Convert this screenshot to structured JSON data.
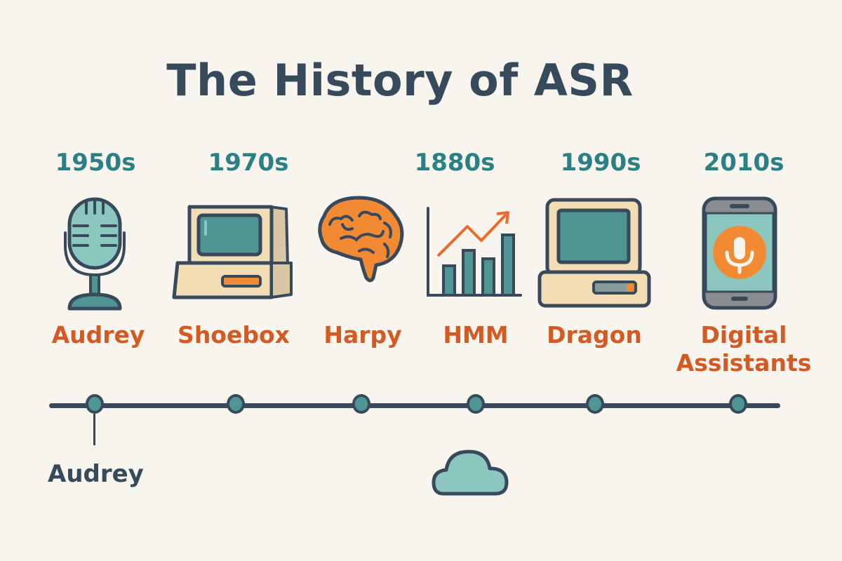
{
  "title": "The History of ASR",
  "milestones": [
    {
      "era": "1950s",
      "name": "Audrey",
      "icon": "microphone-icon"
    },
    {
      "era": "1970s",
      "name": "Shoebox",
      "icon": "vintage-computer-icon"
    },
    {
      "era": "",
      "name": "Harpy",
      "icon": "brain-icon"
    },
    {
      "era": "1880s",
      "name": "HMM",
      "icon": "bar-chart-trend-icon"
    },
    {
      "era": "1990s",
      "name": "Dragon",
      "icon": "desktop-computer-icon"
    },
    {
      "era": "2010s",
      "name_line1": "Digital",
      "name_line2": "Assistants",
      "icon": "smartphone-mic-icon"
    }
  ],
  "timeline": {
    "node_count": 6,
    "callout_label": "Audrey",
    "below_icon": "cloud-icon"
  },
  "colors": {
    "background": "#f8f5ef",
    "title": "#374a5c",
    "era": "#2a8082",
    "name": "#d35a23",
    "outline": "#37495a",
    "teal": "#4e9593",
    "light_teal": "#8cc7bf",
    "orange": "#f28a34",
    "beige": "#f2ddb5"
  }
}
